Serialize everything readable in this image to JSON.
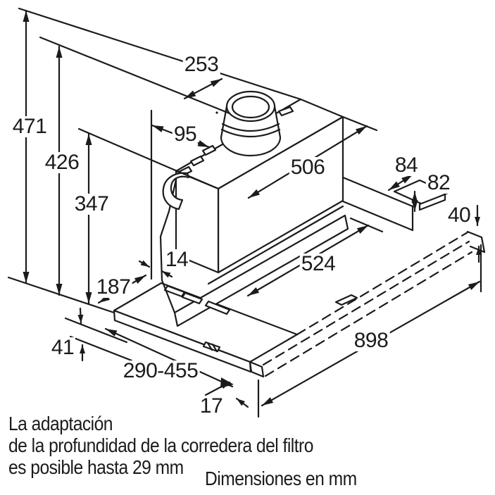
{
  "diagram": {
    "title_hidden": "",
    "colors": {
      "line": "#1b1b1b",
      "background": "#ffffff"
    },
    "dims": {
      "d253": "253",
      "d95": "95",
      "d471": "471",
      "d426": "426",
      "d347": "347",
      "d506": "506",
      "d84": "84",
      "d82": "82",
      "d40": "40",
      "d14": "14",
      "d187": "187",
      "d524": "524",
      "d41": "41",
      "d290_455": "290-455",
      "d898": "898",
      "d17": "17"
    },
    "notes": {
      "adaptation_line1": "La adaptación",
      "adaptation_line2": "de la profundidad de la corredera del filtro",
      "adaptation_line3": "es posible hasta 29 mm",
      "units": "Dimensiones en mm"
    }
  }
}
